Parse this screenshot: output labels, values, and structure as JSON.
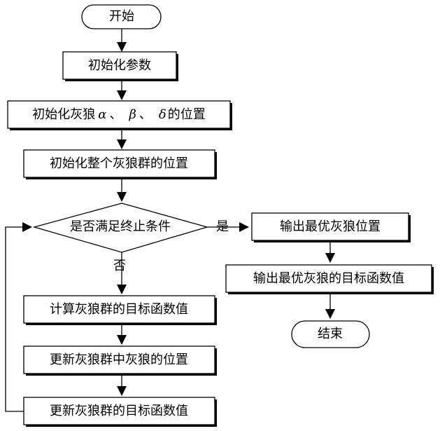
{
  "nodes": {
    "start": "开始",
    "init_params": "初始化参数",
    "init_leaders": {
      "prefix": "初始化灰狼",
      "alpha": "α",
      "sep1": "、",
      "beta": "β",
      "sep2": "、",
      "delta": "δ",
      "suffix": "的位置"
    },
    "init_pack": "初始化整个灰狼群的位置",
    "condition": "是否满足终止条件",
    "yes_label": "是",
    "no_label": "否",
    "compute_fitness": "计算灰狼群的目标函数值",
    "update_positions": "更新灰狼群中灰狼的位置",
    "update_fitness": "更新灰狼群的目标函数值",
    "output_best_position": "输出最优灰狼位置",
    "output_best_fitness": "输出最优灰狼的目标函数值",
    "end": "结束"
  },
  "colors": {
    "stroke": "#000000",
    "box_shadow": "#000000",
    "fill": "#ffffff"
  }
}
